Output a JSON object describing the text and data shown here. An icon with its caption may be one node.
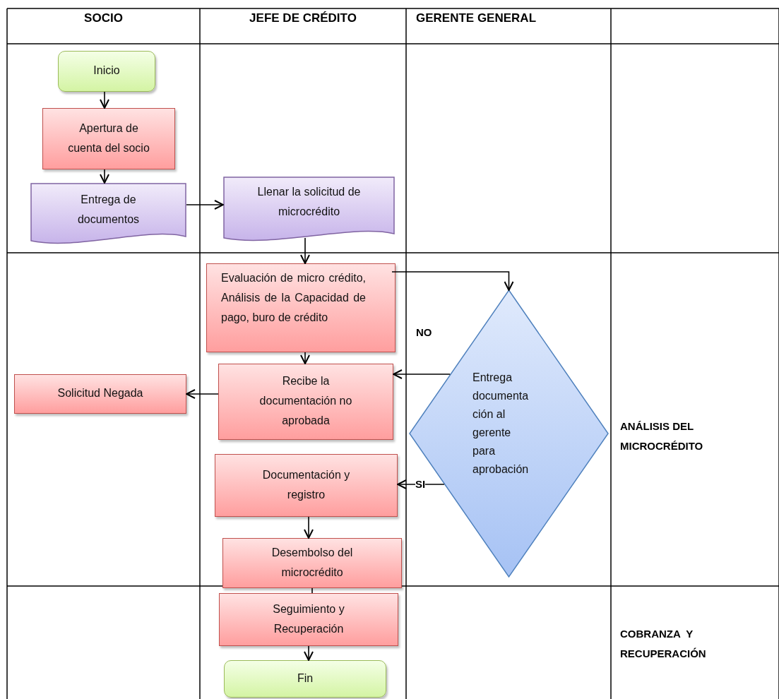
{
  "diagram": {
    "nodes": [
      {
        "text": [
          "Inicio"
        ]
      },
      {
        "text": [
          "Apertura de cuenta del socio"
        ]
      },
      {
        "text": [
          "Entrega de documentos"
        ]
      },
      {
        "text": [
          "Llenar la solicitud de microcrédito"
        ]
      },
      {
        "text": [
          "Evaluación de micro crédito, Análisis de la Capacidad de pago, buro de crédito"
        ]
      },
      {
        "text": [
          "Entrega documenta ción al gerente para aprobación"
        ]
      },
      {
        "text": [
          "Recibe la documentación no aprobada"
        ]
      },
      {
        "text": [
          "Solicitud Negada"
        ]
      },
      {
        "text": [
          "Documentación y registro"
        ]
      },
      {
        "text": [
          "Desembolso del microcrédito"
        ]
      },
      {
        "text": [
          "Seguimiento y Recuperación"
        ]
      },
      {
        "text": [
          "Fin"
        ]
      }
    ],
    "edges": [
      {
        "from": 0,
        "to": 1,
        "arrow": "to"
      },
      {
        "from": 1,
        "to": 2,
        "arrow": "to"
      },
      {
        "from": 2,
        "to": 3,
        "arrow": "to"
      },
      {
        "from": 3,
        "to": 4,
        "arrow": "to"
      },
      {
        "from": 4,
        "to": 5,
        "arrow": "to"
      },
      {
        "from": 4,
        "to": 6,
        "arrow": "to"
      },
      {
        "from": 5,
        "to": 6,
        "arrow": "to",
        "label": "NO"
      },
      {
        "from": 6,
        "to": 7,
        "arrow": "to"
      },
      {
        "from": 5,
        "to": 8,
        "arrow": "to",
        "label": "SI"
      },
      {
        "from": 8,
        "to": 9,
        "arrow": "to"
      },
      {
        "from": 9,
        "to": 10,
        "arrow": "none"
      },
      {
        "from": 10,
        "to": 11,
        "arrow": "to"
      }
    ],
    "labels": [
      "SOCIO",
      "JEFE DE CRÉDITO",
      "GERENTE GENERAL",
      "ANÁLISIS DEL MICROCRÉDITO",
      "COBRANZA  Y RECUPERACIÓN"
    ]
  }
}
